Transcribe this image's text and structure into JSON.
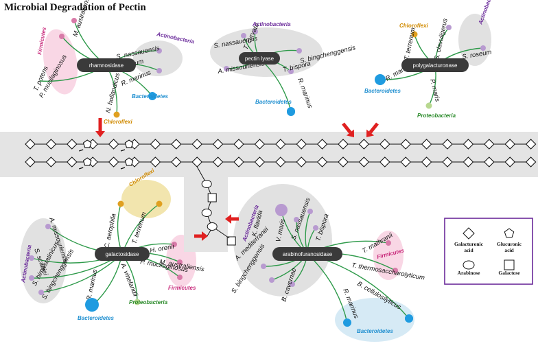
{
  "title": "Microbial Degradation of Pectin",
  "colors": {
    "branch": "#2e9a4a",
    "firmicutes": "#c8287a",
    "actinobacteria": "#6a2a9a",
    "bacteroidetes": "#1f8fd0",
    "chloroflexi": "#d08a00",
    "proteobacteria": "#2a8a2a",
    "purple_node": "#b89ad0",
    "pink_node": "#d87aa8",
    "chain_band": "#e4e4e4",
    "arrow": "#e02020"
  },
  "hubs": [
    {
      "id": "rhamnosidase",
      "name": "rhamnosidase",
      "bubbles": [
        {
          "color": "#f8d0e0",
          "label": "Firmicutes",
          "labelColor": "#c8287a"
        },
        {
          "color": "#dcdcdc",
          "label": "Actinobacteria",
          "labelColor": "#6a2a9a"
        }
      ],
      "branches": [
        {
          "species": "T. potens",
          "node": "pink"
        },
        {
          "species": "M. australiensis",
          "node": "pink"
        },
        {
          "species": "P. mucilaginosus",
          "node": "none"
        },
        {
          "species": "S. nassauensis",
          "node": "purple"
        },
        {
          "species": "S. roseum",
          "node": "purple"
        },
        {
          "species": "R. marinus",
          "node": "blue"
        },
        {
          "species": "N. hollandicus",
          "node": "orange"
        }
      ],
      "tags": [
        {
          "text": "Bacteroidetes",
          "color": "#1f8fd0"
        },
        {
          "text": "Chloroflexi",
          "color": "#d08a00"
        }
      ]
    },
    {
      "id": "pectin-lyase",
      "name": "pectin lyase",
      "bubbles": [
        {
          "color": "#dcdcdc",
          "label": "Actinobacteria",
          "labelColor": "#6a2a9a"
        }
      ],
      "branches": [
        {
          "species": "S. nassauensis",
          "node": "purple"
        },
        {
          "species": "T. curvata",
          "node": "purple"
        },
        {
          "species": "A. missouriensis",
          "node": "purple"
        },
        {
          "species": "S. bingchenggensis",
          "node": "purple"
        },
        {
          "species": "T. bispora",
          "node": "purple"
        },
        {
          "species": "R. marinus",
          "node": "blue"
        }
      ],
      "tags": [
        {
          "text": "Bacteroidetes",
          "color": "#1f8fd0"
        }
      ]
    },
    {
      "id": "polygalacturonase",
      "name": "polygalacturonase",
      "bubbles": [
        {
          "color": "#dcdcdc",
          "label": "Actinobacteria",
          "labelColor": "#6a2a9a"
        }
      ],
      "branches": [
        {
          "species": "T. terrenum",
          "node": "orange"
        },
        {
          "species": "S. clavuligerus",
          "node": "purple"
        },
        {
          "species": "S. roseum",
          "node": "purple"
        },
        {
          "species": "R. marinus",
          "node": "blue"
        },
        {
          "species": "P. maris",
          "node": "green"
        }
      ],
      "tags": [
        {
          "text": "Chloroflexi",
          "color": "#d08a00"
        },
        {
          "text": "Bacteroidetes",
          "color": "#1f8fd0"
        },
        {
          "text": "Proteobacteria",
          "color": "#2a8a2a"
        }
      ]
    },
    {
      "id": "galactosidase",
      "name": "galactosidase",
      "bubbles": [
        {
          "color": "#dcdcdc",
          "label": "Actinobacteria",
          "labelColor": "#6a2a9a"
        },
        {
          "color": "#f0e0a0",
          "label": "Chloroflexi",
          "labelColor": "#d08a00"
        },
        {
          "color": "#f8d0e0",
          "label": "Firmicutes",
          "labelColor": "#c8287a"
        }
      ],
      "branches": [
        {
          "species": "A. missouriensis",
          "node": "purple"
        },
        {
          "species": "S. scabiei",
          "node": "purple"
        },
        {
          "species": "S. himastatinicus",
          "node": "purple"
        },
        {
          "species": "S. bingchenggensis",
          "node": "purple"
        },
        {
          "species": "C. aerophila",
          "node": "orange"
        },
        {
          "species": "T. terrenum",
          "node": "orange"
        },
        {
          "species": "H. orenii",
          "node": "pink"
        },
        {
          "species": "M. australiensis",
          "node": "pink"
        },
        {
          "species": "P. mucilaginosus",
          "node": "pink"
        },
        {
          "species": "R. marinus",
          "node": "blue"
        },
        {
          "species": "A. vinelandii",
          "node": "green"
        }
      ],
      "tags": [
        {
          "text": "Proteobacteria",
          "color": "#2a8a2a"
        },
        {
          "text": "Bacteroidetes",
          "color": "#1f8fd0"
        }
      ]
    },
    {
      "id": "arabinofuranosidase",
      "name": "arabinofuranosidase",
      "bubbles": [
        {
          "color": "#dcdcdc",
          "label": "Actinobacteria",
          "labelColor": "#6a2a9a"
        },
        {
          "color": "#f8d0e0",
          "label": "Firmicutes",
          "labelColor": "#c8287a"
        },
        {
          "color": "#cfe6f3",
          "label": "Bacteroidetes",
          "labelColor": "#1f8fd0"
        }
      ],
      "branches": [
        {
          "species": "K. flavida",
          "node": "purple"
        },
        {
          "species": "V. maris",
          "node": "purple"
        },
        {
          "species": "S. nassauensis",
          "node": "purple"
        },
        {
          "species": "T. bispora",
          "node": "purple"
        },
        {
          "species": "A. mediterranei",
          "node": "purple"
        },
        {
          "species": "S. bingchenggensis",
          "node": "purple"
        },
        {
          "species": "B. cavernae",
          "node": "purple"
        },
        {
          "species": "T. mathranii",
          "node": "pink"
        },
        {
          "species": "T. thermosaccharolyticum",
          "node": "pink"
        },
        {
          "species": "R. marinus",
          "node": "blue"
        },
        {
          "species": "B. cellulosilyticus",
          "node": "blue"
        }
      ]
    }
  ],
  "legend": {
    "items": [
      {
        "shape": "diamond",
        "label": "Galacturonic\nacid"
      },
      {
        "shape": "pentagon",
        "label": "Glucuronic\nacid"
      },
      {
        "shape": "ellipse",
        "label": "Arabinose"
      },
      {
        "shape": "square",
        "label": "Galactose"
      }
    ]
  }
}
